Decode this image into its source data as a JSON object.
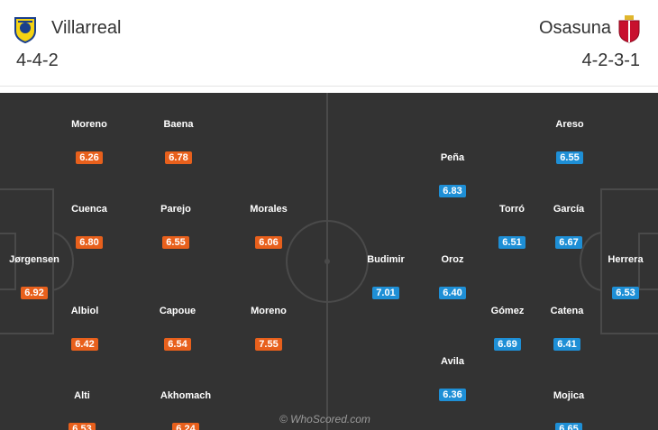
{
  "home": {
    "name": "Villarreal",
    "formation": "4-4-2",
    "crest_icon": "villarreal-crest-icon",
    "rating_color": "#e8601c",
    "players": [
      {
        "name": "Moreno",
        "rating": "6.26"
      },
      {
        "name": "Baena",
        "rating": "6.78"
      },
      {
        "name": "Cuenca",
        "rating": "6.80"
      },
      {
        "name": "Parejo",
        "rating": "6.55"
      },
      {
        "name": "Morales",
        "rating": "6.06"
      },
      {
        "name": "Jørgensen",
        "rating": "6.92"
      },
      {
        "name": "Albiol",
        "rating": "6.42"
      },
      {
        "name": "Capoue",
        "rating": "6.54"
      },
      {
        "name": "Moreno",
        "rating": "7.55"
      },
      {
        "name": "Alti",
        "rating": "6.53"
      },
      {
        "name": "Akhomach",
        "rating": "6.24"
      }
    ]
  },
  "away": {
    "name": "Osasuna",
    "formation": "4-2-3-1",
    "crest_icon": "osasuna-crest-icon",
    "rating_color": "#1e8fd6",
    "players": [
      {
        "name": "Areso",
        "rating": "6.55"
      },
      {
        "name": "Peña",
        "rating": "6.83"
      },
      {
        "name": "Torró",
        "rating": "6.51"
      },
      {
        "name": "García",
        "rating": "6.67"
      },
      {
        "name": "Budimir",
        "rating": "7.01"
      },
      {
        "name": "Oroz",
        "rating": "6.40"
      },
      {
        "name": "Herrera",
        "rating": "6.53"
      },
      {
        "name": "Gómez",
        "rating": "6.69"
      },
      {
        "name": "Catena",
        "rating": "6.41"
      },
      {
        "name": "Avila",
        "rating": "6.36"
      },
      {
        "name": "Mojica",
        "rating": "6.65"
      }
    ]
  },
  "watermark": "© WhoScored.com"
}
